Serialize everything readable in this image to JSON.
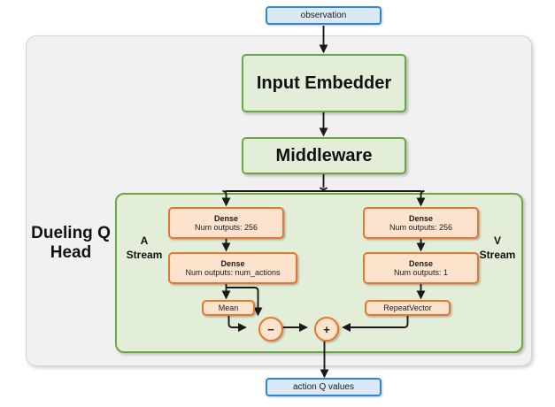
{
  "diagram": {
    "title": "Dueling Q Head network architecture",
    "colors": {
      "io_fill": "#dbe9f7",
      "io_border": "#2e86d6",
      "green_fill": "#e3eed8",
      "green_border": "#6aa843",
      "orange_fill": "#fde3ce",
      "orange_border": "#e8762c",
      "outer_fill": "#f1f1f1",
      "outer_border": "#d4d4d4",
      "arrow": "#1a1a1a"
    },
    "io": {
      "input_label": "observation",
      "output_label": "action Q values"
    },
    "blocks": {
      "input_embedder": "Input Embedder",
      "middleware": "Middleware"
    },
    "head_label_line1": "Dueling Q",
    "head_label_line2": "Head",
    "streams": [
      {
        "name": "a-stream",
        "label_line1": "A",
        "label_line2": "Stream",
        "dense1_title": "Dense",
        "dense1_sub": "Num outputs: 256",
        "dense2_title": "Dense",
        "dense2_sub": "Num outputs: num_actions",
        "op_block": "Mean",
        "operator": "−"
      },
      {
        "name": "v-stream",
        "label_line1": "V",
        "label_line2": "Stream",
        "dense1_title": "Dense",
        "dense1_sub": "Num outputs: 256",
        "dense2_title": "Dense",
        "dense2_sub": "Num outputs: 1",
        "op_block": "RepeatVector",
        "operator": "+"
      }
    ],
    "merge_operator": "+"
  }
}
